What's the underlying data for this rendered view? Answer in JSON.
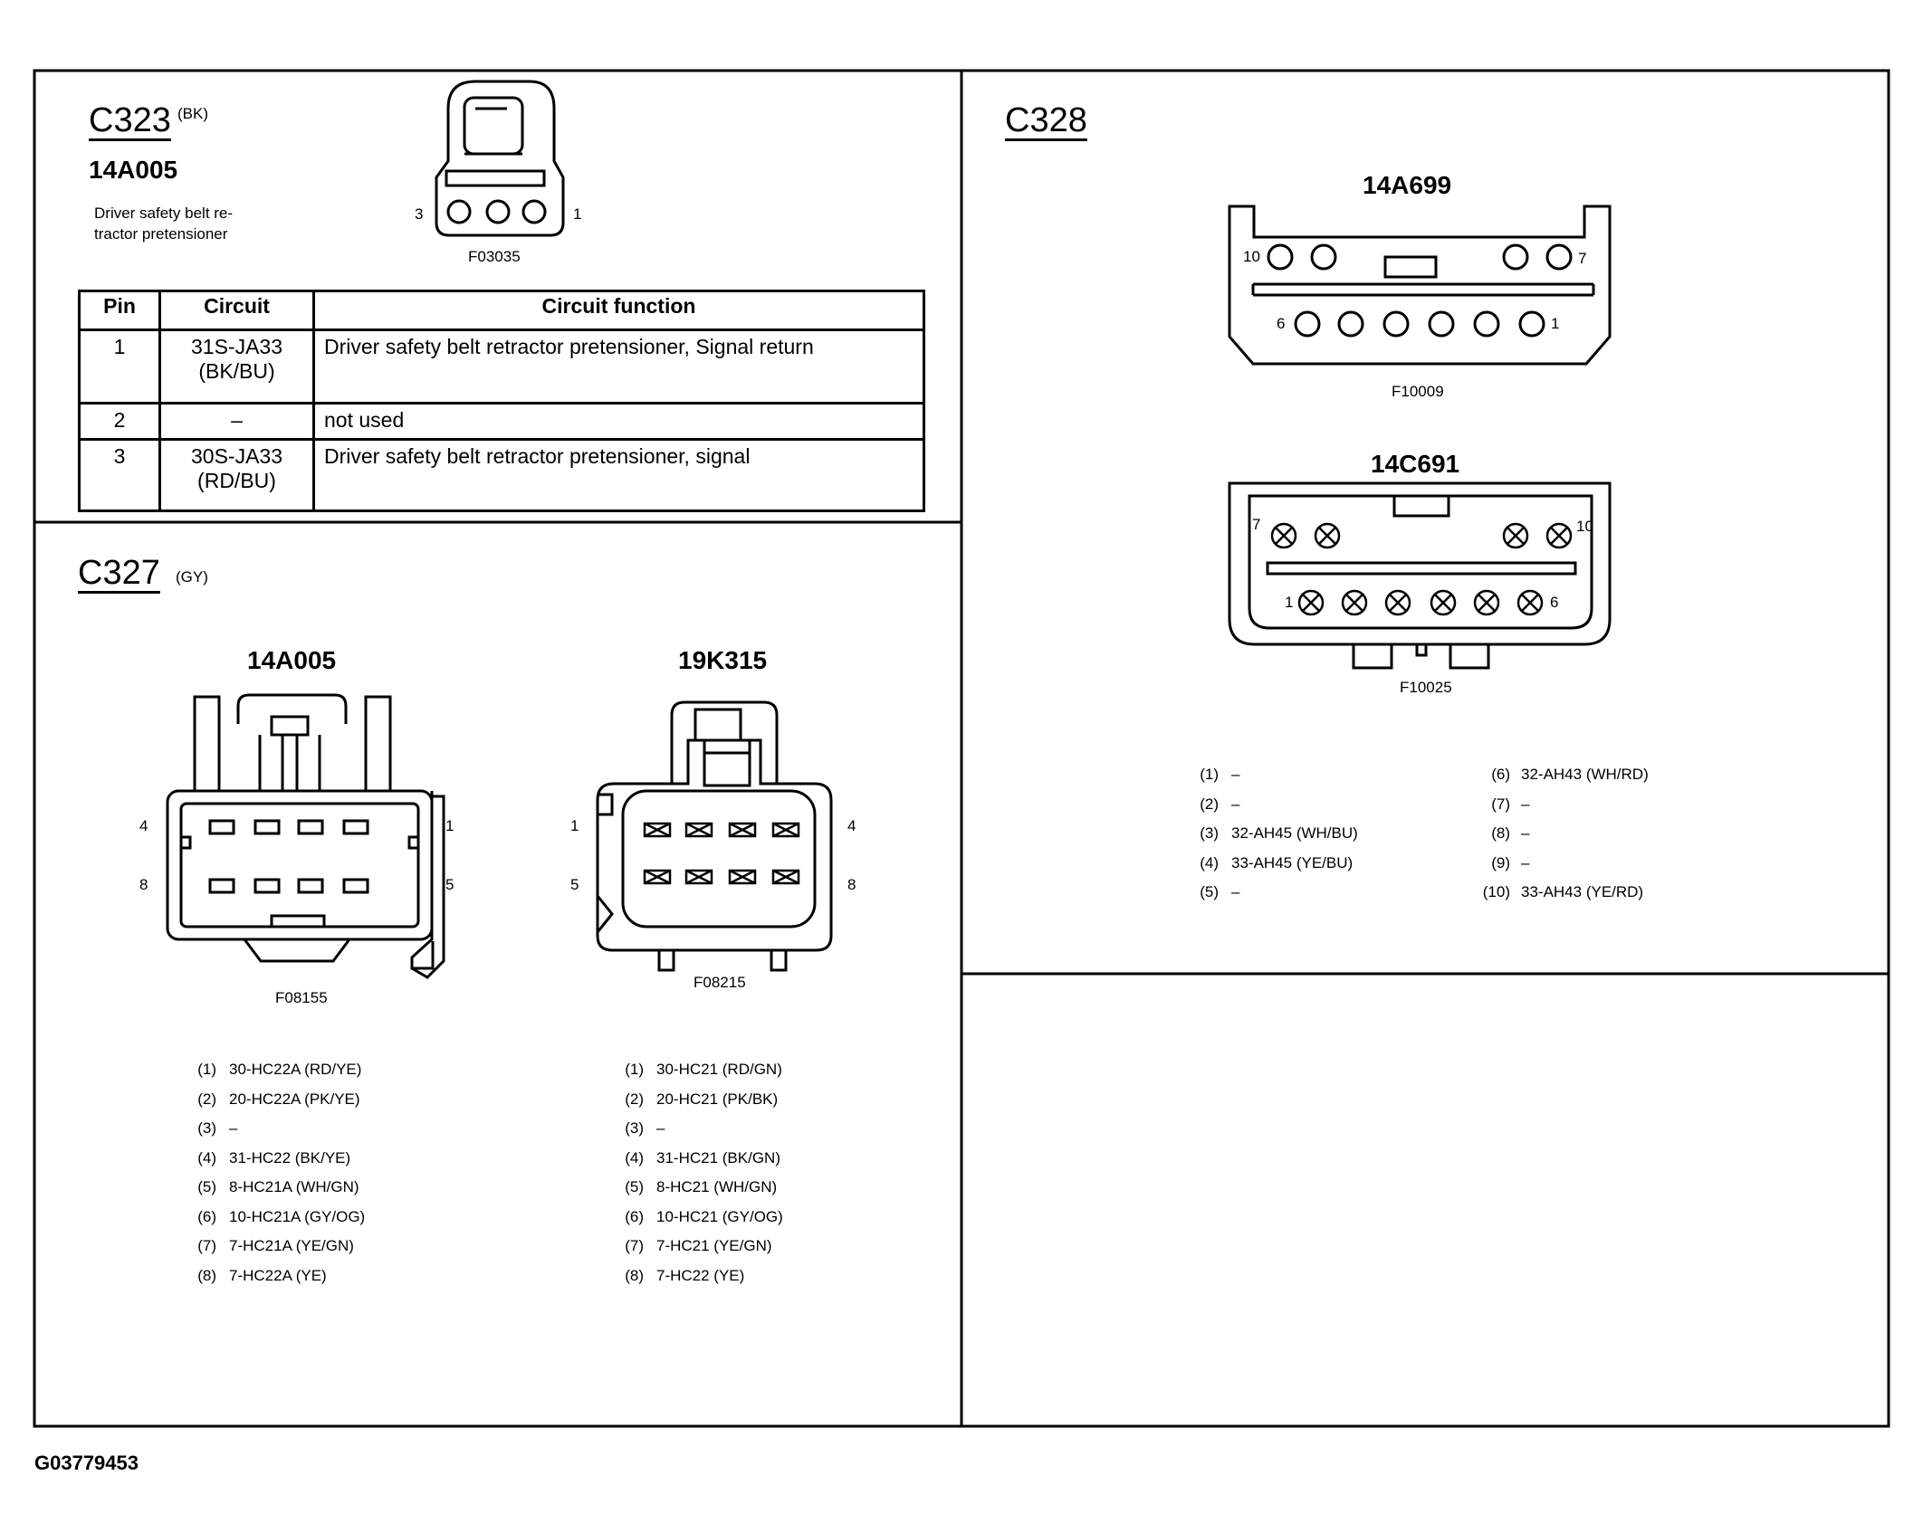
{
  "c323": {
    "id": "C323",
    "color": "(BK)",
    "part": "14A005",
    "description_line1": "Driver safety belt re-",
    "description_line2": "tractor pretensioner",
    "figure": "F03035",
    "pin_left": "3",
    "pin_right": "1",
    "table": {
      "headers": [
        "Pin",
        "Circuit",
        "Circuit function"
      ],
      "rows": [
        {
          "pin": "1",
          "circuit_line1": "31S-JA33",
          "circuit_line2": "(BK/BU)",
          "function": "Driver safety belt retractor pretensioner, Signal return"
        },
        {
          "pin": "2",
          "circuit_line1": "–",
          "circuit_line2": "",
          "function": "not used"
        },
        {
          "pin": "3",
          "circuit_line1": "30S-JA33",
          "circuit_line2": "(RD/BU)",
          "function": "Driver safety belt retractor pretensioner, signal"
        }
      ]
    }
  },
  "c327": {
    "id": "C327",
    "color": "(GY)",
    "left": {
      "part": "14A005",
      "figure": "F08155",
      "pin_labels": {
        "top_left": "4",
        "top_right": "1",
        "bottom_left": "8",
        "bottom_right": "5"
      },
      "pins": [
        {
          "num": "(1)",
          "circuit": "30-HC22A (RD/YE)"
        },
        {
          "num": "(2)",
          "circuit": "20-HC22A (PK/YE)"
        },
        {
          "num": "(3)",
          "circuit": "–"
        },
        {
          "num": "(4)",
          "circuit": "31-HC22 (BK/YE)"
        },
        {
          "num": "(5)",
          "circuit": "8-HC21A (WH/GN)"
        },
        {
          "num": "(6)",
          "circuit": "10-HC21A (GY/OG)"
        },
        {
          "num": "(7)",
          "circuit": "7-HC21A (YE/GN)"
        },
        {
          "num": "(8)",
          "circuit": "7-HC22A (YE)"
        }
      ]
    },
    "right": {
      "part": "19K315",
      "figure": "F08215",
      "pin_labels": {
        "top_left": "1",
        "top_right": "4",
        "bottom_left": "5",
        "bottom_right": "8"
      },
      "pins": [
        {
          "num": "(1)",
          "circuit": "30-HC21 (RD/GN)"
        },
        {
          "num": "(2)",
          "circuit": "20-HC21 (PK/BK)"
        },
        {
          "num": "(3)",
          "circuit": "–"
        },
        {
          "num": "(4)",
          "circuit": "31-HC21 (BK/GN)"
        },
        {
          "num": "(5)",
          "circuit": "8-HC21 (WH/GN)"
        },
        {
          "num": "(6)",
          "circuit": "10-HC21 (GY/OG)"
        },
        {
          "num": "(7)",
          "circuit": "7-HC21 (YE/GN)"
        },
        {
          "num": "(8)",
          "circuit": "7-HC22 (YE)"
        }
      ]
    }
  },
  "c328": {
    "id": "C328",
    "top": {
      "part": "14A699",
      "figure": "F10009",
      "pin_labels": {
        "top_left": "10",
        "top_right": "7",
        "bottom_left": "6",
        "bottom_right": "1"
      }
    },
    "bottom": {
      "part": "14C691",
      "figure": "F10025",
      "pin_labels": {
        "top_left": "7",
        "top_right": "10",
        "bottom_left": "1",
        "bottom_right": "6"
      }
    },
    "pins_left": [
      {
        "num": "(1)",
        "circuit": "–"
      },
      {
        "num": "(2)",
        "circuit": "–"
      },
      {
        "num": "(3)",
        "circuit": "32-AH45 (WH/BU)"
      },
      {
        "num": "(4)",
        "circuit": "33-AH45 (YE/BU)"
      },
      {
        "num": "(5)",
        "circuit": "–"
      }
    ],
    "pins_right": [
      {
        "num": "(6)",
        "circuit": "32-AH43 (WH/RD)"
      },
      {
        "num": "(7)",
        "circuit": "–"
      },
      {
        "num": "(8)",
        "circuit": "–"
      },
      {
        "num": "(9)",
        "circuit": "–"
      },
      {
        "num": "(10)",
        "circuit": "33-AH43 (YE/RD)"
      }
    ]
  },
  "footer": {
    "code": "G03779453"
  }
}
